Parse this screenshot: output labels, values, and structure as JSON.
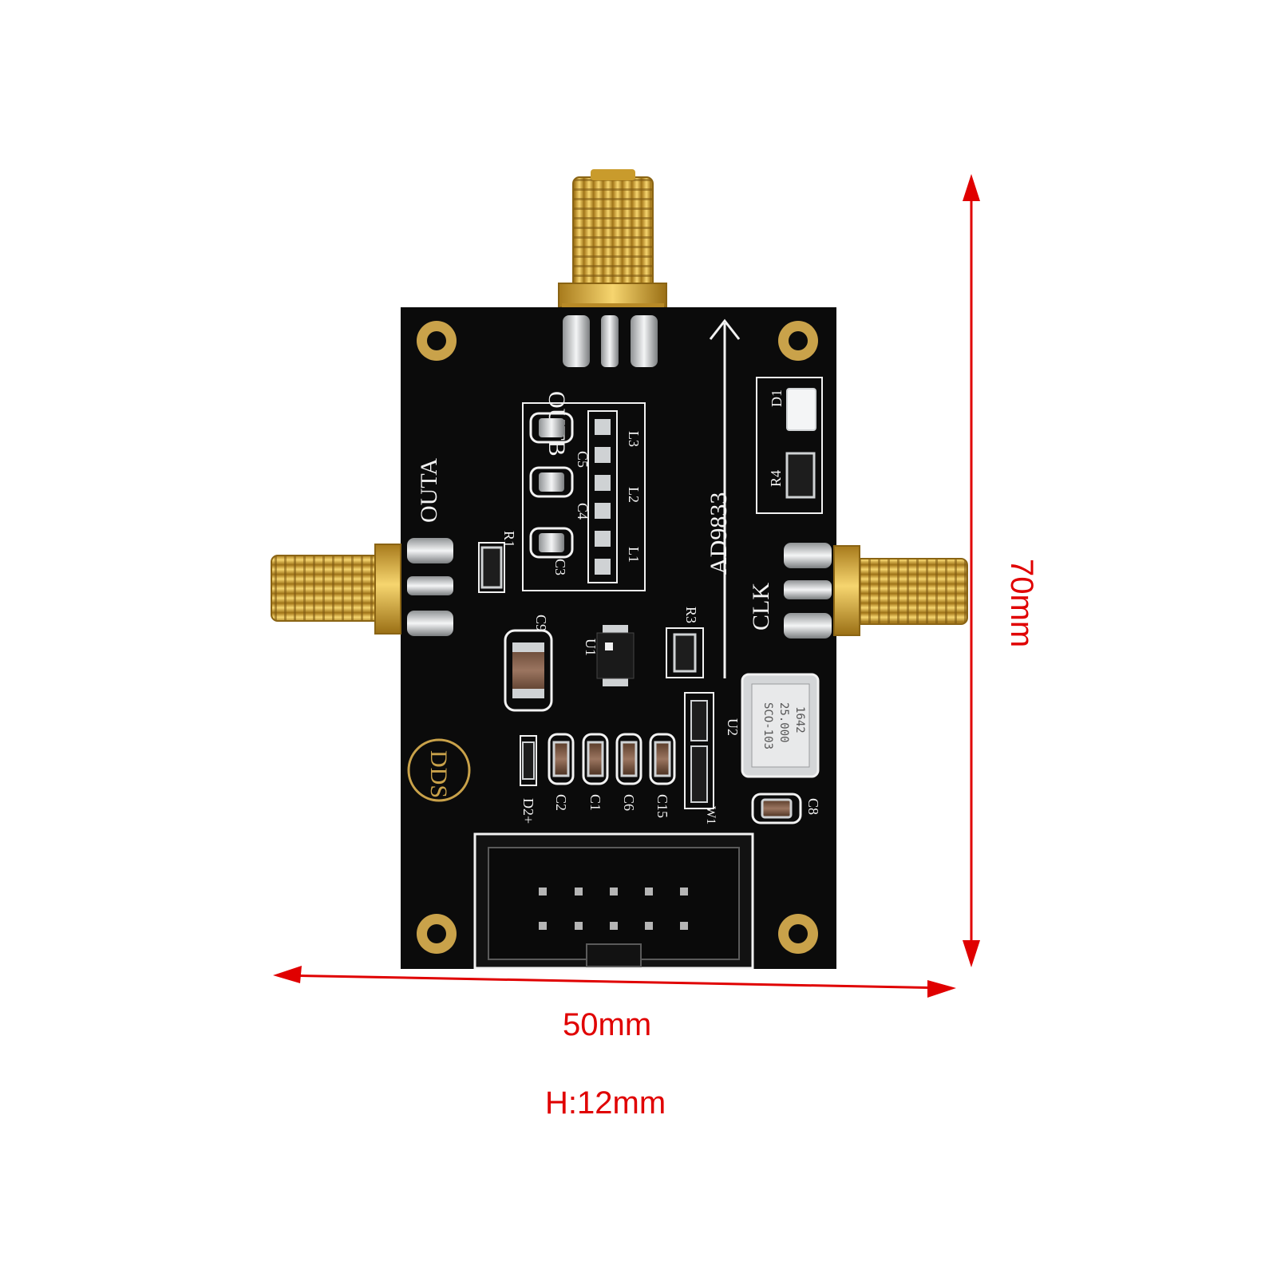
{
  "colors": {
    "pcb": "#0b0b0b",
    "gold": "#d2a435",
    "silver": "#cfd2d4",
    "silkscreen": "#f2f2f2",
    "dimension": "#e00000",
    "copper_ring": "#c9a24a"
  },
  "board": {
    "labels": {
      "outb": "OUTB",
      "outa": "OUTA",
      "clk": "CLK",
      "chip_name": "AD9833",
      "logo": "DDS",
      "r1": "R1",
      "c3": "C3",
      "c4": "C4",
      "c5": "C5",
      "l1": "L1",
      "l2": "L2",
      "l3": "L3",
      "c9": "C9",
      "u1": "U1",
      "r3": "R3",
      "d1": "D1",
      "r4": "R4",
      "u2": "U2",
      "d2": "D2+",
      "c2": "C2",
      "c1": "C1",
      "c6": "C6",
      "c15": "C15",
      "w1": "W1",
      "c8": "C8",
      "osc_line1": "SCO-103",
      "osc_line2": "25.000",
      "osc_line3": "1642"
    }
  },
  "dimensions": {
    "width_label": "50mm",
    "length_label": "70mm",
    "height_label": "H:12mm"
  },
  "icons": [
    "arrow-up-icon",
    "double-arrow-horizontal-icon",
    "double-arrow-vertical-icon"
  ]
}
